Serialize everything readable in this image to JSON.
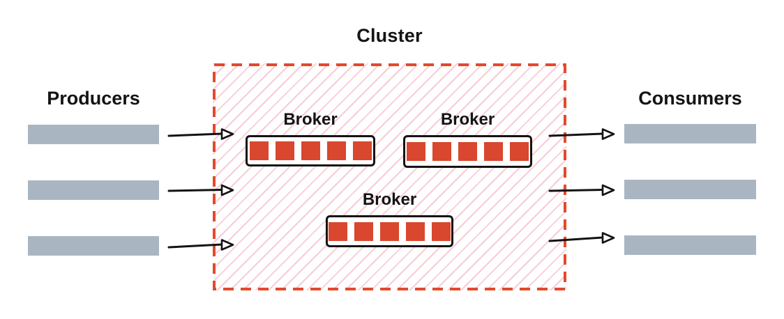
{
  "diagram": {
    "title": "Cluster",
    "producers": {
      "label": "Producers",
      "bar_count": 3
    },
    "consumers": {
      "label": "Consumers",
      "bar_count": 3
    },
    "brokers": [
      {
        "label": "Broker",
        "partition_count": 5
      },
      {
        "label": "Broker",
        "partition_count": 5
      },
      {
        "label": "Broker",
        "partition_count": 5
      }
    ],
    "arrows": {
      "producer_to_cluster": 3,
      "cluster_to_consumer": 3
    },
    "colors": {
      "cluster_border_red": "#e3492b",
      "hatch_pink": "#f8ccd6",
      "partition_red": "#d9472e",
      "bar_gray": "#a9b6c2",
      "text_black": "#141414",
      "arrow_black": "#131313"
    }
  }
}
